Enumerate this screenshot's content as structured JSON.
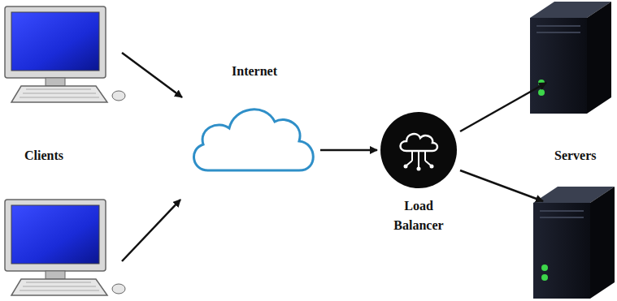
{
  "diagram": {
    "nodes": [
      {
        "text": [
          "Internet"
        ]
      },
      {
        "text": [
          "Load Balancer"
        ]
      }
    ],
    "edges": [
      {
        "from": 0,
        "to": 1,
        "arrow": "to"
      }
    ],
    "labels": [
      "Clients",
      "Servers"
    ]
  }
}
